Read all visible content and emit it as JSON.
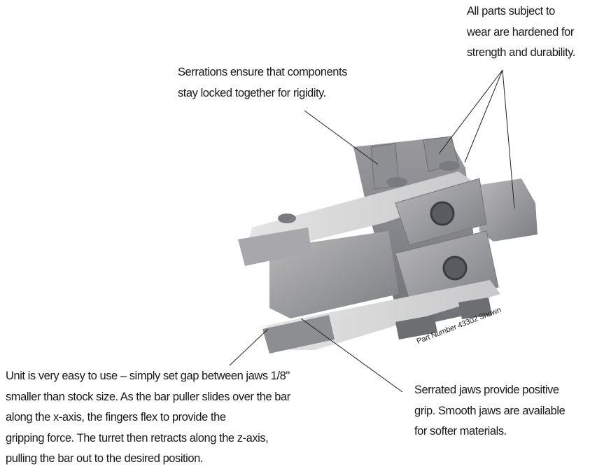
{
  "callouts": {
    "hardened": [
      "All parts subject to",
      "wear are hardened for",
      "strength and durability."
    ],
    "serrations": [
      "Serrations ensure that components",
      "stay locked together for rigidity."
    ],
    "usage": [
      "Unit is very easy to use – simply set gap between jaws 1/8\"",
      "smaller than stock size. As the bar puller slides over the bar",
      "along the x-axis, the fingers flex to provide the",
      "gripping force. The turret then retracts along the z-axis,",
      "pulling the bar out to the desired position."
    ],
    "jaws": [
      "Serrated jaws provide positive",
      "grip. Smooth jaws are available",
      "for softer materials."
    ]
  },
  "part_number_label": "Part Number 43302 Shown"
}
